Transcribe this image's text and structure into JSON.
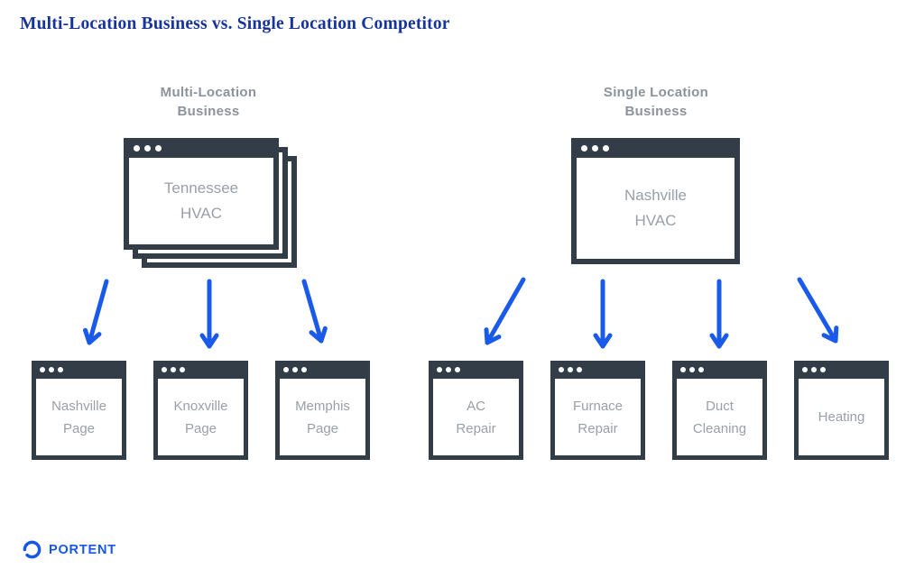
{
  "page": {
    "title": "Multi-Location Business vs. Single Location Competitor",
    "background": "#ffffff"
  },
  "colors": {
    "heading_navy": "#17349c",
    "window_dark": "#333d47",
    "label_gray": "#8c939b",
    "window_text_gray": "#98a0a8",
    "arrow_blue": "#1a5ae8",
    "brand_blue": "#1757e8",
    "dot_white": "#ffffff"
  },
  "groups": [
    {
      "id": "multi-location",
      "header_line1": "Multi-Location",
      "header_line2": "Business",
      "main_window": {
        "line1": "Tennessee",
        "line2": "HVAC"
      },
      "children": [
        {
          "line1": "Nashville",
          "line2": "Page"
        },
        {
          "line1": "Knoxville",
          "line2": "Page"
        },
        {
          "line1": "Memphis",
          "line2": "Page"
        }
      ]
    },
    {
      "id": "single-location",
      "header_line1": "Single Location",
      "header_line2": "Business",
      "main_window": {
        "line1": "Nashville",
        "line2": "HVAC"
      },
      "children": [
        {
          "line1": "AC",
          "line2": "Repair"
        },
        {
          "line1": "Furnace",
          "line2": "Repair"
        },
        {
          "line1": "Duct",
          "line2": "Cleaning"
        },
        {
          "line1": "Heating"
        }
      ]
    }
  ],
  "footer": {
    "logo_text": "PORTENT"
  }
}
